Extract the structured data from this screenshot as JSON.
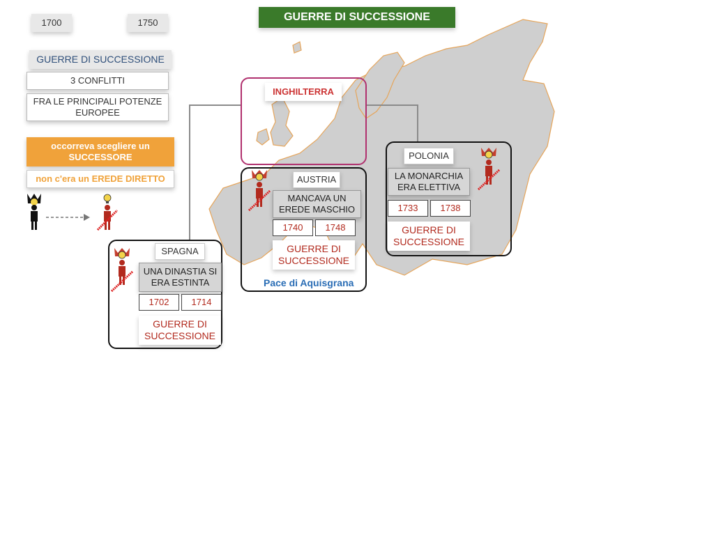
{
  "title": "GUERRE DI SUCCESSIONE",
  "timeline": {
    "start": "1700",
    "end": "1750"
  },
  "intro": {
    "heading": "GUERRE DI SUCCESSIONE",
    "conflicts": "3 CONFLITTI",
    "powers": "FRA LE PRINCIPALI POTENZE EUROPEE",
    "need": "occorreva scegliere un SUCCESSORE",
    "reason": "non c'era un EREDE DIRETTO"
  },
  "inghilterra": {
    "label": "INGHILTERRA"
  },
  "austria": {
    "label": "AUSTRIA",
    "cause": "MANCAVA UN EREDE MASCHIO",
    "start": "1740",
    "end": "1748",
    "result": "GUERRE DI SUCCESSIONE",
    "peace": "Pace di Aquisgrana"
  },
  "polonia": {
    "label": "POLONIA",
    "cause": "LA MONARCHIA ERA ELETTIVA",
    "start": "1733",
    "end": "1738",
    "result": "GUERRE DI SUCCESSIONE"
  },
  "spagna": {
    "label": "SPAGNA",
    "cause": "UNA DINASTIA SI ERA ESTINTA",
    "start": "1702",
    "end": "1714",
    "result": "GUERRE DI SUCCESSIONE"
  },
  "colors": {
    "title_bg": "#3a7a2a",
    "orange": "#f0a23a",
    "red_text": "#b22a1e",
    "england_border": "#b0306e",
    "peace_blue": "#2a6db5",
    "map": "#cfcfcf"
  },
  "icons": [
    "map-of-europe",
    "king-icon",
    "crossed-king-icon",
    "lightbulb-icon",
    "arrow-icon"
  ]
}
